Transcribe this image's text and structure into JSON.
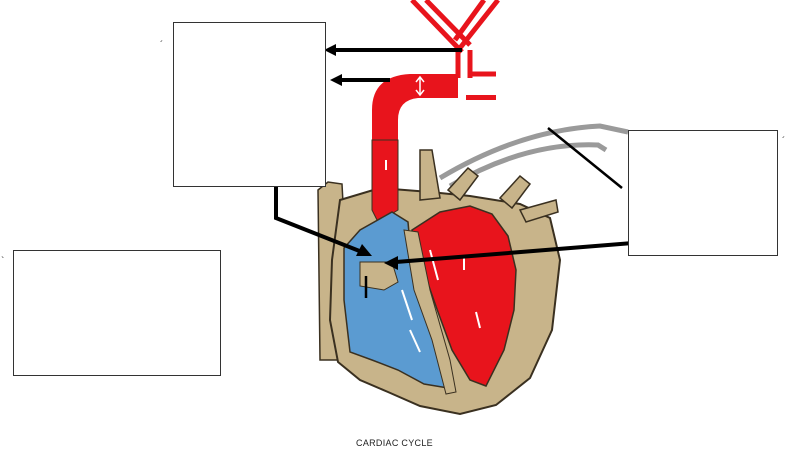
{
  "diagram": {
    "caption": "CARDIAC CYCLE",
    "colors": {
      "oxygenated": "#e8141c",
      "deoxygenated": "#5b9bd1",
      "tissue": "#c8b48a",
      "outline": "#3a3020",
      "arrow": "#000000",
      "vessel_grey": "#9a9a9a"
    },
    "label_boxes": [
      "box-top",
      "box-right",
      "box-left"
    ]
  }
}
